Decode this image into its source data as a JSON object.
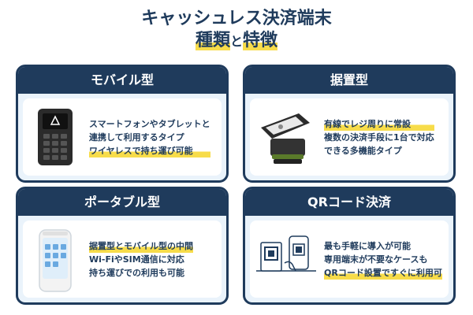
{
  "title": {
    "line1": "キャッシュレス決済端末",
    "line2a": "種類",
    "line2b": "と",
    "line2c": "特徴"
  },
  "cards": [
    {
      "heading": "モバイル型",
      "lines": [
        "スマートフォンやタブレットと",
        "連携して利用するタイプ",
        "ワイヤレスで持ち運び可能"
      ]
    },
    {
      "heading": "据置型",
      "lines": [
        "有線でレジ周りに常設",
        "複数の決済手段に1台で対応",
        "できる多機能タイプ"
      ]
    },
    {
      "heading": "ポータブル型",
      "lines": [
        "据置型とモバイル型の中間",
        "Wi-FiやSIM通信に対応",
        "持ち運びでの利用も可能"
      ]
    },
    {
      "heading": "QRコード決済",
      "lines": [
        "最も手軽に導入が可能",
        "専用端末が不要なケースも",
        "QRコード設置ですぐに利用可"
      ]
    }
  ],
  "colors": {
    "navy": "#1f3b5c",
    "highlight": "#f7dc4a",
    "panel": "#eaf3fb"
  }
}
